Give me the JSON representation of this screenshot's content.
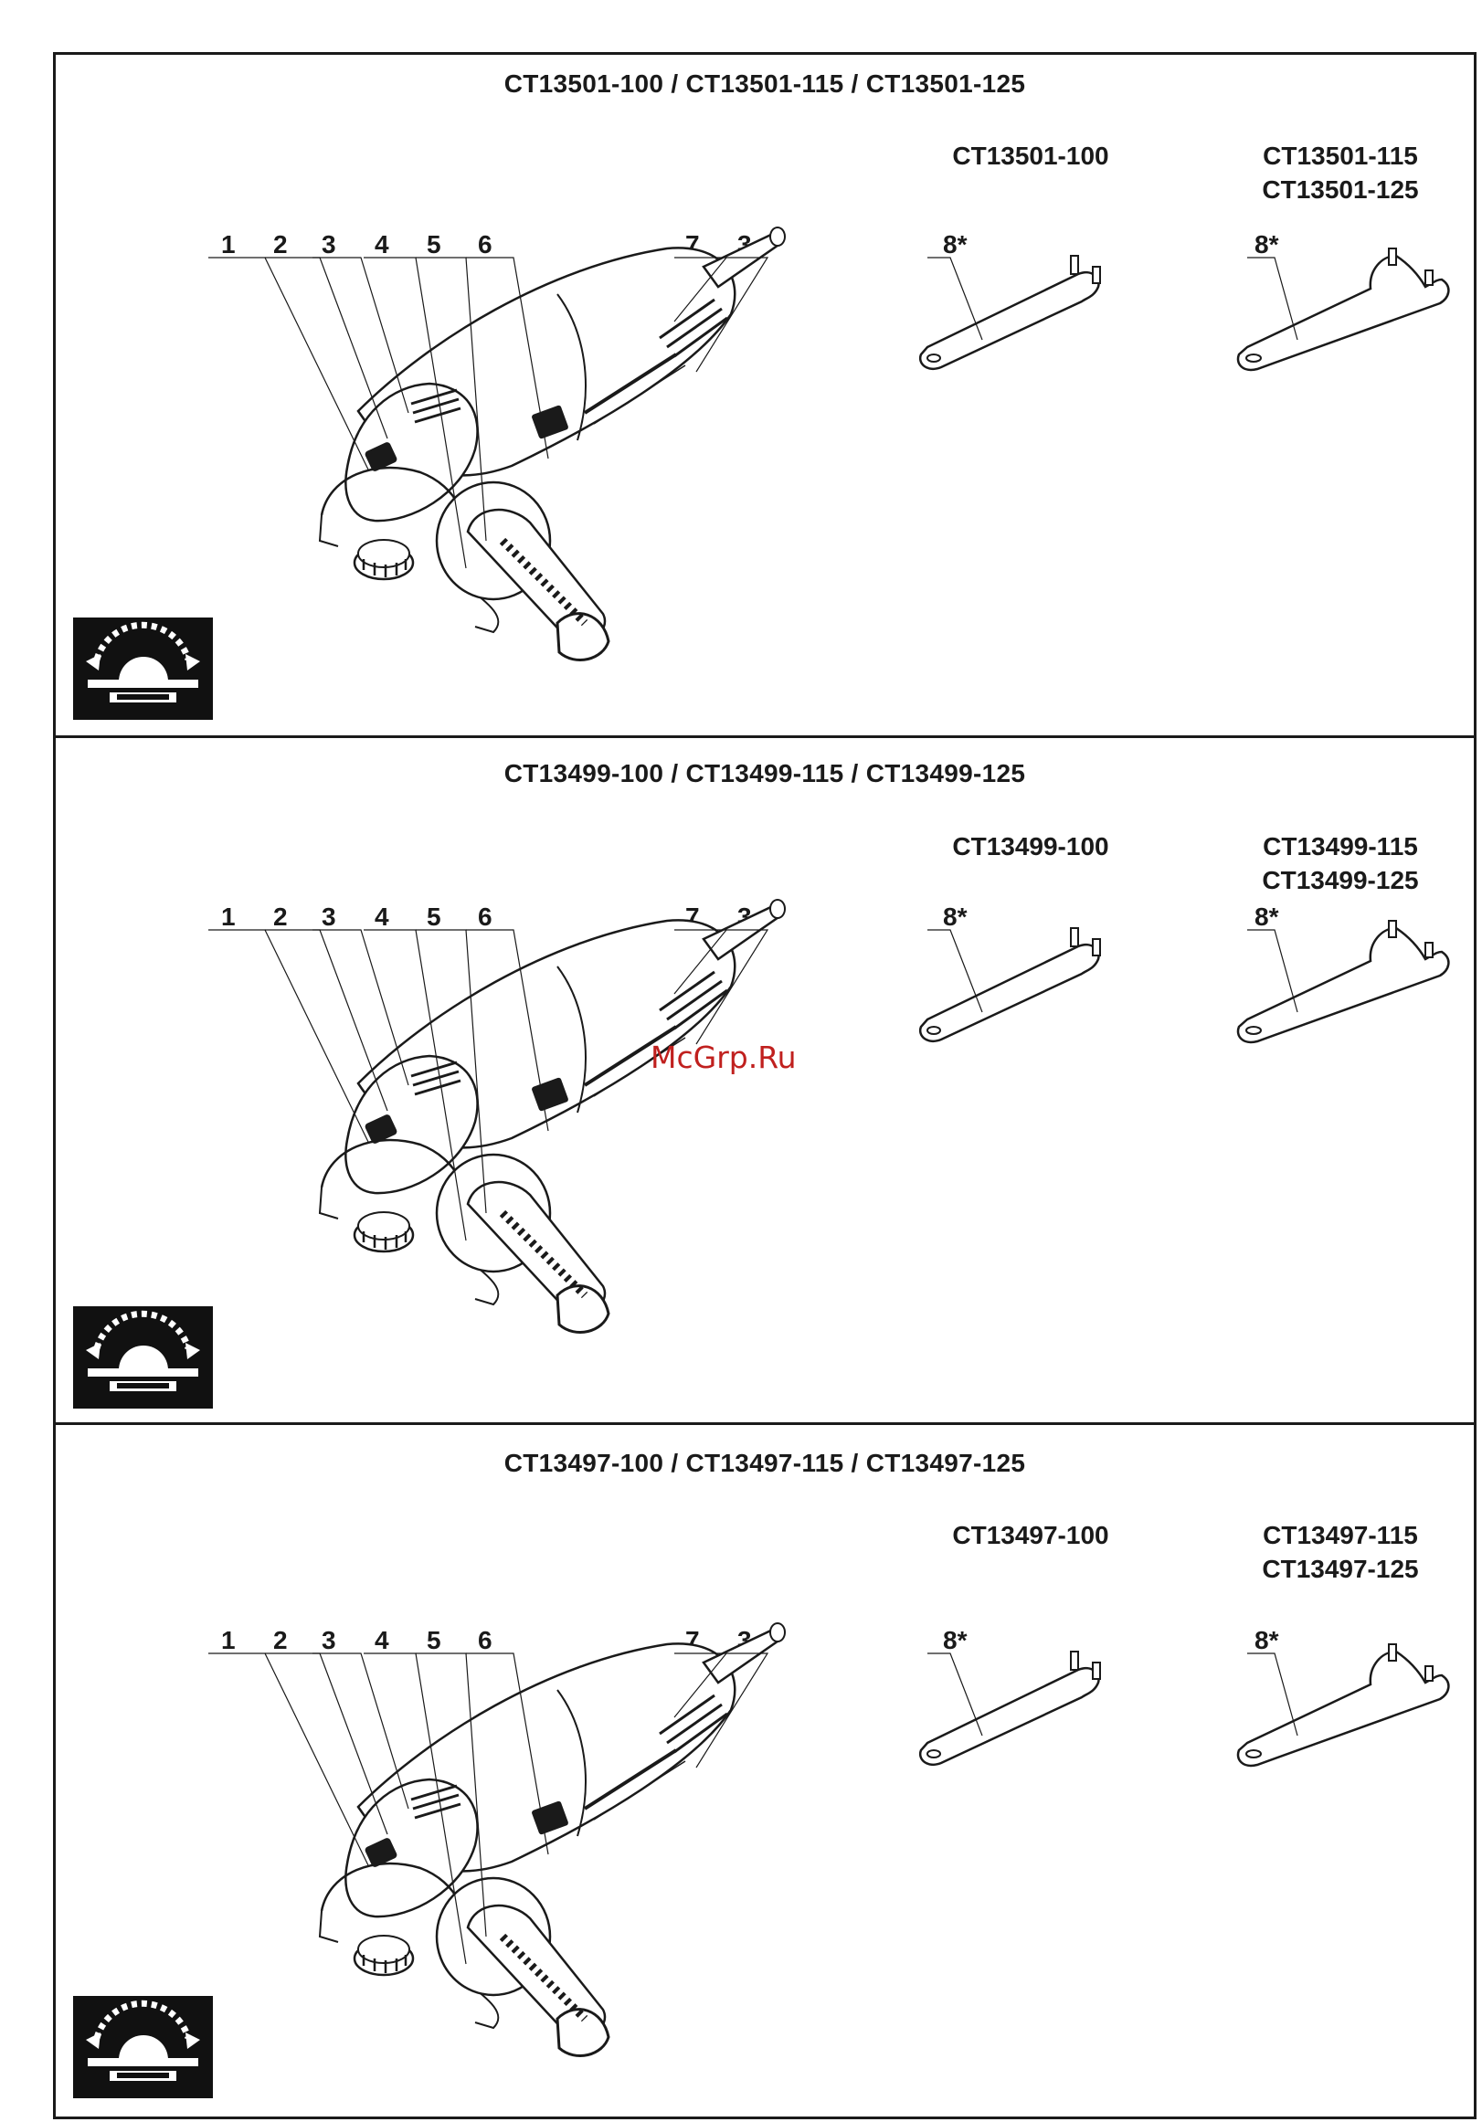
{
  "sections": [
    {
      "title": "CT13501-100 / CT13501-115 / CT13501-125",
      "model_small": "CT13501-100",
      "model_large_1": "CT13501-115",
      "model_large_2": "CT13501-125"
    },
    {
      "title": "CT13499-100 / CT13499-115 / CT13499-125",
      "model_small": "CT13499-100",
      "model_large_1": "CT13499-115",
      "model_large_2": "CT13499-125"
    },
    {
      "title": "CT13497-100 / CT13497-115 / CT13497-125",
      "model_small": "CT13497-100",
      "model_large_1": "CT13497-115",
      "model_large_2": "CT13497-125"
    }
  ],
  "part_numbers": [
    "1",
    "2",
    "3",
    "4",
    "5",
    "6",
    "7",
    "3"
  ],
  "wrench_label": "8*",
  "watermark": "McGrp.Ru",
  "icons": {
    "tool": "angle-grinder-icon",
    "wrench": "pin-spanner-icon",
    "guard": "guard-adjustment-icon"
  },
  "colors": {
    "ink": "#1a1a1a",
    "icon_background": "#111111",
    "watermark": "#c0201e"
  }
}
